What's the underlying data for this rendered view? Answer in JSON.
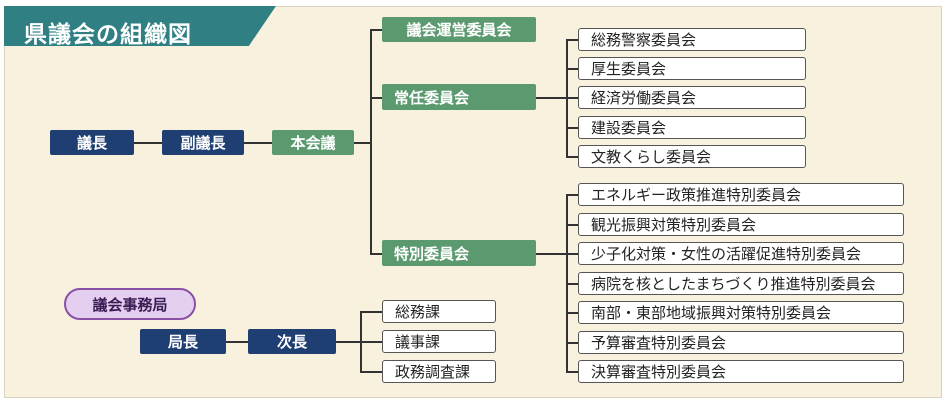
{
  "title": "県議会の組織図",
  "chain": {
    "speaker": "議長",
    "vice_speaker": "副議長",
    "plenary": "本会議"
  },
  "committees": {
    "steering": "議会運営委員会",
    "standing": {
      "label": "常任委員会",
      "items": [
        "総務警察委員会",
        "厚生委員会",
        "経済労働委員会",
        "建設委員会",
        "文教くらし委員会"
      ]
    },
    "special": {
      "label": "特別委員会",
      "items": [
        "エネルギー政策推進特別委員会",
        "観光振興対策特別委員会",
        "少子化対策・女性の活躍促進特別委員会",
        "病院を核としたまちづくり推進特別委員会",
        "南部・東部地域振興対策特別委員会",
        "予算審査特別委員会",
        "決算審査特別委員会"
      ]
    }
  },
  "secretariat": {
    "label": "議会事務局",
    "director": "局長",
    "deputy": "次長",
    "sections": [
      "総務課",
      "議事課",
      "政務調査課"
    ]
  },
  "colors": {
    "navy": "#1f3f73",
    "green": "#5a9a6e",
    "teal": "#2f7f83",
    "lavender": "#e5cff0",
    "background": "#f7f1de"
  }
}
